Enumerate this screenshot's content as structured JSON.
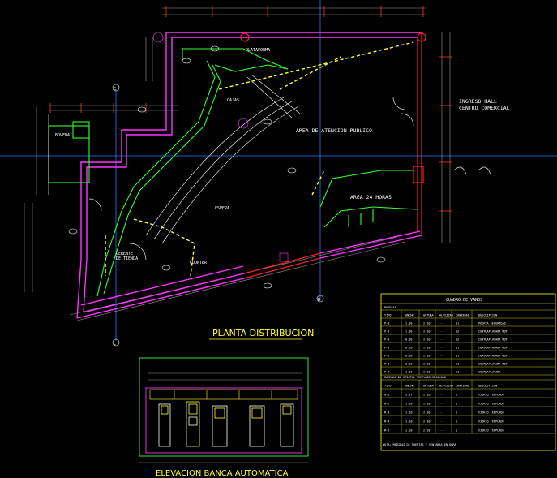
{
  "plan": {
    "title": "PLANTA DISTRIBUCION",
    "elevation_title": "ELEVACION BANCA AUTOMATICA",
    "hall_label_1": "INGRESO HALL",
    "hall_label_2": "CENTRO COMERCIAL",
    "atencion_label": "AREA DE ATENCION PUBLICO",
    "area24_label": "AREA 24 HORAS",
    "gerente_label_1": "GERENTE",
    "gerente_label_2": "DE TIENDA",
    "plataforma_label": "PLATAFORMA",
    "boveda_label": "BOVEDA",
    "espera_label": "ESPERA",
    "cajas_label": "CAJAS",
    "counter_label": "COUNTER",
    "axis_c": "C",
    "axis_b": "B"
  },
  "table": {
    "title": "CUADRO DE VANOS",
    "section1": "PUERTAS",
    "section2": "MAMPARA DE CRISTAL TEMPLADO INCOLORO",
    "headers": [
      "TIPO",
      "ANCHO",
      "ALTURA",
      "ALFEIZAR",
      "CANTIDAD",
      "DESCRIPCION"
    ],
    "rows1": [
      [
        "P-1",
        "1.00",
        "2.10",
        "--",
        "01",
        "PUERTA SEGURIDAD"
      ],
      [
        "P-2",
        "1.00",
        "2.10",
        "--",
        "02",
        "CONTRAPLACADA MDF"
      ],
      [
        "P-3",
        "0.80",
        "2.10",
        "--",
        "02",
        "CONTRAPLACADA MDF"
      ],
      [
        "P-4",
        "0.70",
        "2.10",
        "--",
        "01",
        "CONTRAPLACADA MDF"
      ],
      [
        "P-5",
        "0.90",
        "2.10",
        "--",
        "01",
        "CONTRAPLACADA MDF"
      ],
      [
        "P-6",
        "0.80",
        "2.10",
        "--",
        "01",
        "CONTRAPLACADA MDF"
      ],
      [
        "P-7",
        "1.00",
        "2.10",
        "--",
        "01",
        "CONTRAPLACADA"
      ]
    ],
    "rows2": [
      [
        "M-1",
        "3.07",
        "2.10",
        "--",
        "1",
        "VIDRIO TEMPLADO"
      ],
      [
        "M-2",
        "1.20",
        "2.10",
        "--",
        "1",
        "VIDRIO TEMPLADO"
      ],
      [
        "M-3",
        "1.20",
        "2.10",
        "--",
        "1",
        "VIDRIO TEMPLADO"
      ],
      [
        "M-4",
        "1.20",
        "2.10",
        "--",
        "1",
        "VIDRIO TEMPLADO"
      ],
      [
        "M-5",
        "1.20",
        "2.10",
        "--",
        "1",
        "VIDRIO TEMPLADO"
      ]
    ],
    "note": "NOTA: MEDIDAS DE PUERTAS Y VENTANAS EN OBRA"
  }
}
